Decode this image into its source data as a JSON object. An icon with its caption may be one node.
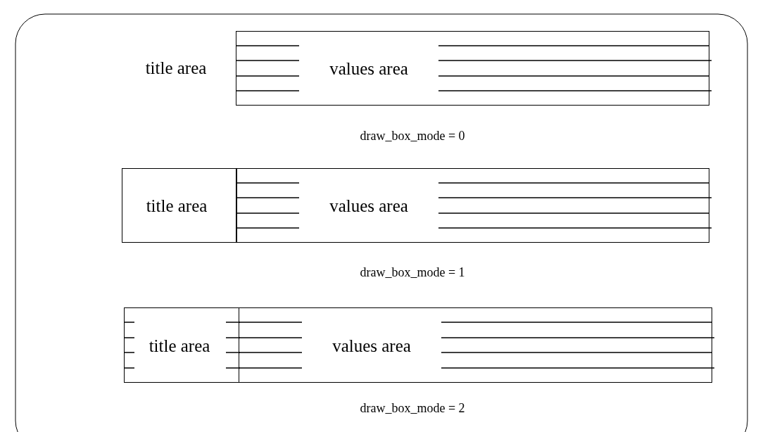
{
  "diagram": {
    "nodes": [
      {
        "text": [
          "values area"
        ]
      },
      {
        "text": [
          "title area"
        ]
      },
      {
        "text": [
          "values area"
        ]
      },
      {
        "text": [
          "title area"
        ]
      },
      {
        "text": [
          "values area"
        ]
      }
    ],
    "labels": [
      "title area",
      "draw_box_mode = 0",
      "draw_box_mode = 1",
      "draw_box_mode = 2"
    ]
  }
}
